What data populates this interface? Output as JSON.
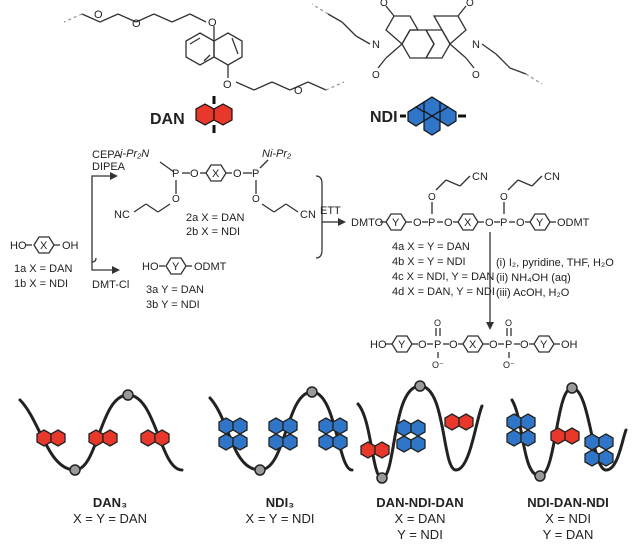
{
  "molecules": {
    "dan_label": "DAN",
    "ndi_label": "NDI",
    "o": "O",
    "n": "N"
  },
  "reagents": {
    "cepa": "CEPA",
    "dipea": "DIPEA",
    "dmtcl": "DMT-Cl",
    "ett": "ETT",
    "step1": "(i) I₂, pyridine, THF, H₂O",
    "step2": "(ii) NH₄OH (aq)",
    "step3": "(iii) AcOH, H₂O"
  },
  "compounds": {
    "ho_x_oh": {
      "left": "HO",
      "center": "X",
      "right": "OH"
    },
    "one_a": "1a X = DAN",
    "one_b": "1b X = NDI",
    "two_a": "2a X = DAN",
    "two_b": "2b X = NDI",
    "ho_y_odmt": {
      "left": "HO",
      "center": "Y",
      "right": "ODMT"
    },
    "three_a": "3a Y = DAN",
    "three_b": "3b Y = NDI",
    "phosphoramidite": {
      "nipr_left": "i-Pr₂N",
      "nipr_right": "Ni-Pr₂",
      "p": "P",
      "o": "O",
      "cn": "CN",
      "nc": "NC",
      "x": "X"
    },
    "four_a": "4a X = Y = DAN",
    "four_b": "4b X = Y = NDI",
    "four_c": "4c X = NDI, Y = DAN",
    "four_d": "4d X = DAN, Y = NDI",
    "triester": {
      "dmto": "DMTO",
      "odmt": "ODMT",
      "y": "Y",
      "x": "X",
      "p": "P",
      "o": "O",
      "cn": "CN"
    },
    "final": {
      "ho": "HO",
      "oh": "OH",
      "y": "Y",
      "x": "X",
      "p": "P",
      "o": "O",
      "ominus": "O⁻"
    }
  },
  "foldamers": [
    {
      "name": "DAN₃",
      "line1": "X = Y = DAN",
      "line2": ""
    },
    {
      "name": "NDI₃",
      "line1": "X = Y = NDI",
      "line2": ""
    },
    {
      "name": "DAN-NDI-DAN",
      "line1": "X = DAN",
      "line2": "Y = NDI"
    },
    {
      "name": "NDI-DAN-NDI",
      "line1": "X = NDI",
      "line2": "Y = DAN"
    }
  ],
  "colors": {
    "dan": "#e8372b",
    "ndi": "#2f75c8",
    "phosphate": "#999999",
    "strand": "#222222"
  }
}
